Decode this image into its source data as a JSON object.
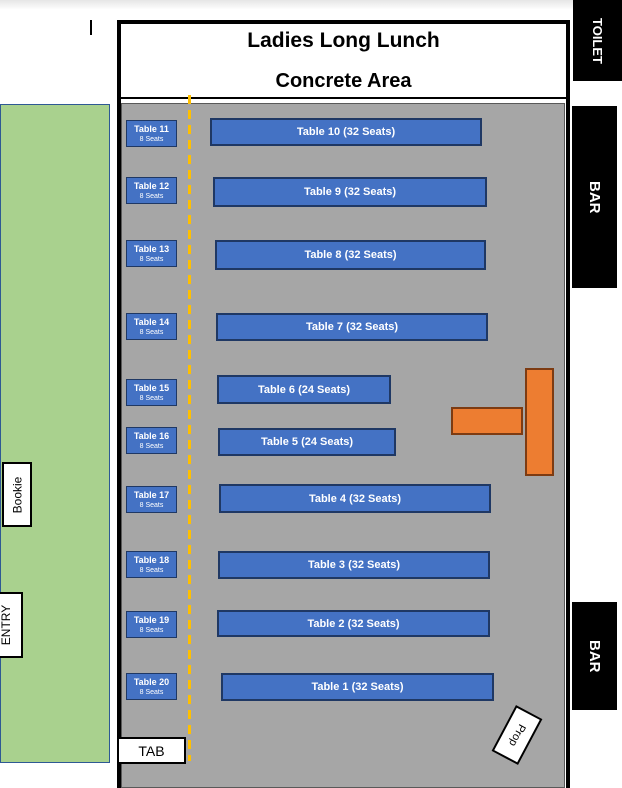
{
  "header": {
    "title_line1": "Ladies Long Lunch",
    "title_line2": "Concrete Area"
  },
  "side_labels": {
    "toilet": "TOILET",
    "bar_top": "BAR",
    "bar_bottom": "BAR",
    "bookie": "Bookie",
    "entry": "ENTRY",
    "tab": "TAB",
    "prop": "Prop"
  },
  "small_tables": [
    {
      "name": "Table 11",
      "seats": "8 Seats"
    },
    {
      "name": "Table 12",
      "seats": "8 Seats"
    },
    {
      "name": "Table 13",
      "seats": "8 Seats"
    },
    {
      "name": "Table 14",
      "seats": "8 Seats"
    },
    {
      "name": "Table 15",
      "seats": "8 Seats"
    },
    {
      "name": "Table 16",
      "seats": "8 Seats"
    },
    {
      "name": "Table 17",
      "seats": "8 Seats"
    },
    {
      "name": "Table 18",
      "seats": "8 Seats"
    },
    {
      "name": "Table 19",
      "seats": "8 Seats"
    },
    {
      "name": "Table 20",
      "seats": "8 Seats"
    }
  ],
  "large_tables": [
    "Table 10 (32 Seats)",
    "Table 9 (32 Seats)",
    "Table 8 (32 Seats)",
    "Table 7 (32 Seats)",
    "Table 6 (24 Seats)",
    "Table 5 (24 Seats)",
    "Table 4 (32 Seats)",
    "Table 3 (32 Seats)",
    "Table 2 (32 Seats)",
    "Table 1 (32 Seats)"
  ],
  "colors": {
    "table_fill": "#4472c4",
    "table_border": "#1f3864",
    "concrete_fill": "#a6a6a6",
    "green_fill": "#a9d18e",
    "orange_fill": "#ed7d31",
    "dashed_line": "#ffc000",
    "black_zone": "#000000"
  }
}
